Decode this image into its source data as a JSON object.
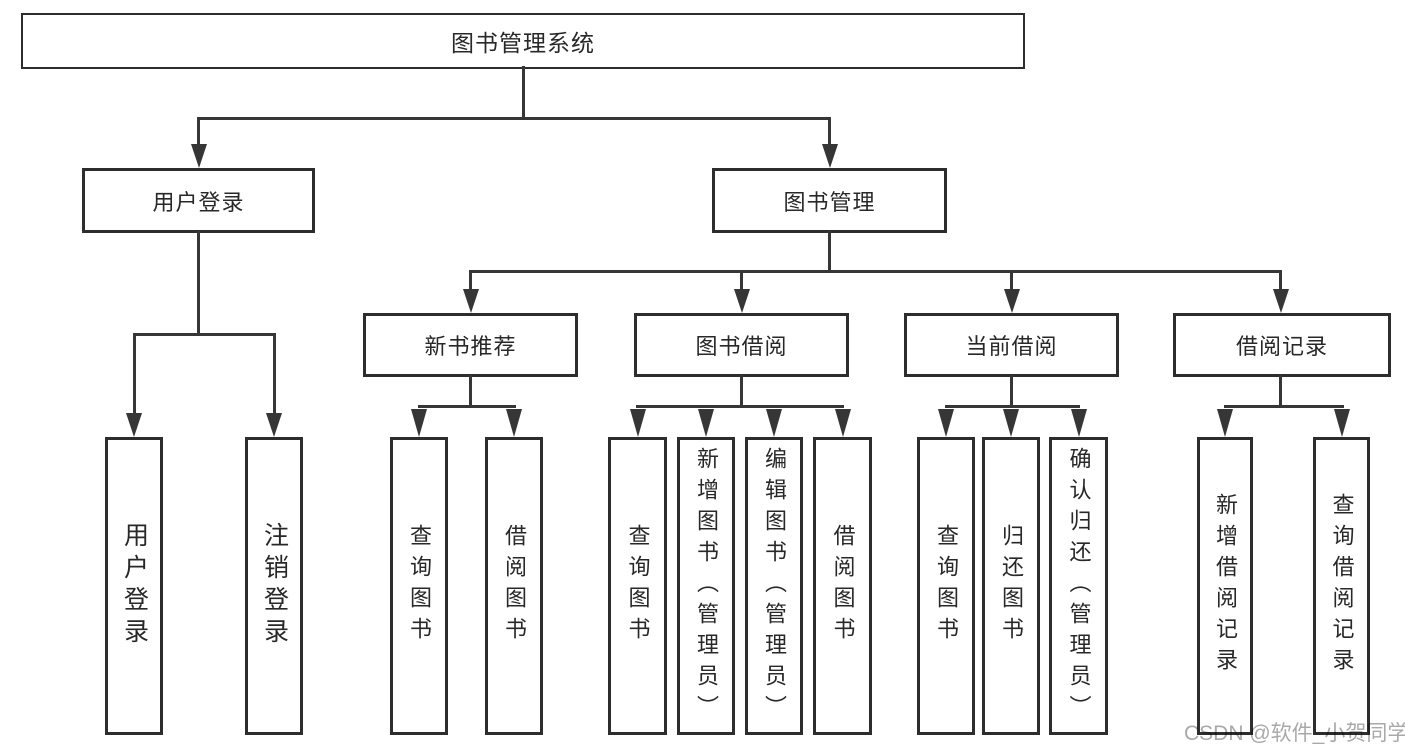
{
  "title": "图书管理系统",
  "colors": {
    "border": "#2d2d2d",
    "line": "#363636",
    "text": "#282828",
    "watermark": "#a9a9a9",
    "background": "#ffffff"
  },
  "watermark": {
    "text": "CSDN @软件_小贺同学"
  },
  "tree": {
    "root": {
      "label": "图书管理系统"
    },
    "branches": [
      {
        "label": "用户登录",
        "children": [
          {
            "label": "用户登录"
          },
          {
            "label": "注销登录"
          }
        ]
      },
      {
        "label": "图书管理",
        "children": [
          {
            "label": "新书推荐",
            "children": [
              {
                "label": "查询图书"
              },
              {
                "label": "借阅图书"
              }
            ]
          },
          {
            "label": "图书借阅",
            "children": [
              {
                "label": "查询图书"
              },
              {
                "label": "新增图书（管理员）"
              },
              {
                "label": "编辑图书（管理员）"
              },
              {
                "label": "借阅图书"
              }
            ]
          },
          {
            "label": "当前借阅",
            "children": [
              {
                "label": "查询图书"
              },
              {
                "label": "归还图书"
              },
              {
                "label": "确认归还（管理员）"
              }
            ]
          },
          {
            "label": "借阅记录",
            "children": [
              {
                "label": "新增借阅记录"
              },
              {
                "label": "查询借阅记录"
              }
            ]
          }
        ]
      }
    ]
  }
}
